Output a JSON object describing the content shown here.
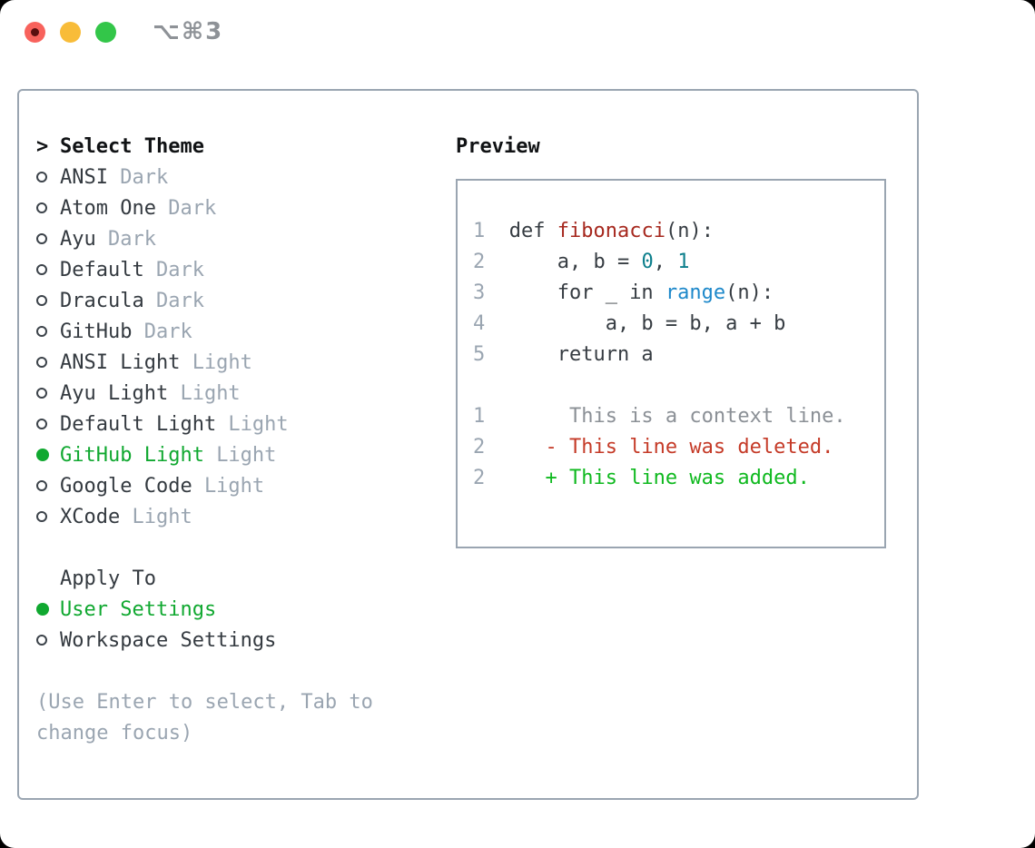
{
  "window": {
    "title_shortcut": "⌥⌘3",
    "traffic_lights": [
      {
        "name": "close-button",
        "color": "#f8625c"
      },
      {
        "name": "minimize-button",
        "color": "#f8bc39"
      },
      {
        "name": "zoom-button",
        "color": "#33c649"
      }
    ]
  },
  "palette": {
    "accent_green": "#10a830",
    "added_green": "#0fb91f",
    "deleted_red": "#c53b28",
    "function_red": "#a6281e",
    "number_teal": "#0d7f8c",
    "builtin_blue": "#1d88ca",
    "muted_gray": "#9aa5b1",
    "border_gray": "#9aa5b1",
    "text_dark": "#343a40"
  },
  "sidebar": {
    "header": {
      "prompt": ">",
      "label": "Select Theme"
    },
    "themes": [
      {
        "name": "ANSI",
        "variant": "Dark",
        "selected": false
      },
      {
        "name": "Atom One",
        "variant": "Dark",
        "selected": false
      },
      {
        "name": "Ayu",
        "variant": "Dark",
        "selected": false
      },
      {
        "name": "Default",
        "variant": "Dark",
        "selected": false
      },
      {
        "name": "Dracula",
        "variant": "Dark",
        "selected": false
      },
      {
        "name": "GitHub",
        "variant": "Dark",
        "selected": false
      },
      {
        "name": "ANSI Light",
        "variant": "Light",
        "selected": false
      },
      {
        "name": "Ayu Light",
        "variant": "Light",
        "selected": false
      },
      {
        "name": "Default Light",
        "variant": "Light",
        "selected": false
      },
      {
        "name": "GitHub Light",
        "variant": "Light",
        "selected": true
      },
      {
        "name": "Google Code",
        "variant": "Light",
        "selected": false
      },
      {
        "name": "XCode",
        "variant": "Light",
        "selected": false
      }
    ],
    "apply_to": {
      "label": "Apply To",
      "options": [
        {
          "name": "User Settings",
          "selected": true
        },
        {
          "name": "Workspace Settings",
          "selected": false
        }
      ]
    },
    "hint_lines": [
      "(Use Enter to select, Tab to",
      "change focus)"
    ]
  },
  "preview": {
    "label": "Preview",
    "code_lines": [
      {
        "name": "code-line-1",
        "segs": [
          {
            "c": "ln",
            "t": "1"
          },
          {
            "c": "pln",
            "t": "  def "
          },
          {
            "c": "fn",
            "t": "fibonacci"
          },
          {
            "c": "pln",
            "t": "(n):"
          }
        ]
      },
      {
        "name": "code-line-2",
        "segs": [
          {
            "c": "ln",
            "t": "2"
          },
          {
            "c": "pln",
            "t": "      a, b = "
          },
          {
            "c": "num",
            "t": "0"
          },
          {
            "c": "pln",
            "t": ", "
          },
          {
            "c": "num",
            "t": "1"
          }
        ]
      },
      {
        "name": "code-line-3",
        "segs": [
          {
            "c": "ln",
            "t": "3"
          },
          {
            "c": "pln",
            "t": "      for _ in "
          },
          {
            "c": "call",
            "t": "range"
          },
          {
            "c": "pln",
            "t": "(n):"
          }
        ]
      },
      {
        "name": "code-line-4",
        "segs": [
          {
            "c": "ln",
            "t": "4"
          },
          {
            "c": "pln",
            "t": "          a, b = b, a + b"
          }
        ]
      },
      {
        "name": "code-line-5",
        "segs": [
          {
            "c": "ln",
            "t": "5"
          },
          {
            "c": "pln",
            "t": "      return a"
          }
        ]
      },
      {
        "name": "blank-line",
        "segs": []
      },
      {
        "name": "diff-context-line",
        "segs": [
          {
            "c": "ln",
            "t": "1"
          },
          {
            "c": "ctx",
            "t": "       This is a context line."
          }
        ]
      },
      {
        "name": "diff-deleted-line",
        "segs": [
          {
            "c": "ln",
            "t": "2"
          },
          {
            "c": "del",
            "t": "     - This line was deleted."
          }
        ]
      },
      {
        "name": "diff-added-line",
        "segs": [
          {
            "c": "ln",
            "t": "2"
          },
          {
            "c": "add",
            "t": "     + This line was added."
          }
        ]
      }
    ]
  }
}
